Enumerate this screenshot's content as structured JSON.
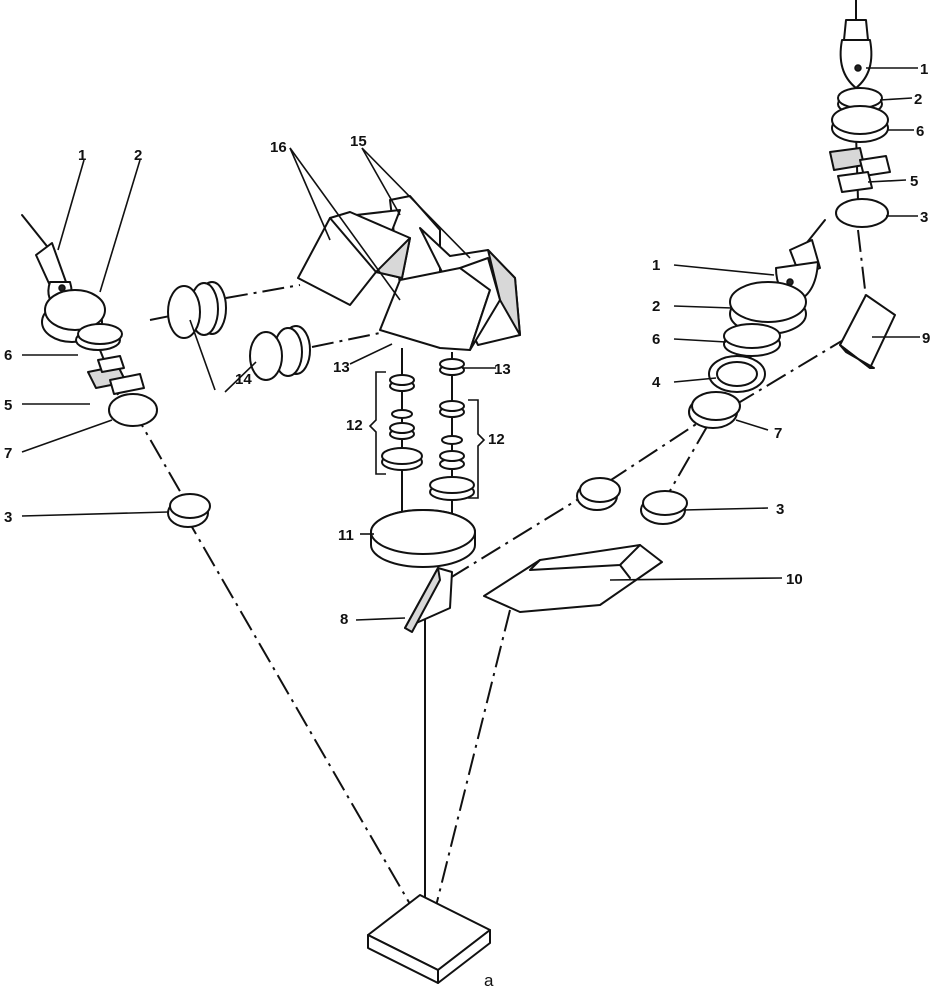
{
  "figure": {
    "sublabel": "a",
    "labels": {
      "l1_left": "1",
      "l2_left": "2",
      "l6_left": "6",
      "l5_left": "5",
      "l7_left": "7",
      "l3_left": "3",
      "l16": "16",
      "l15": "15",
      "l14": "14",
      "l13_left": "13",
      "l13_right": "13",
      "l12_left": "12",
      "l12_right": "12",
      "l11": "11",
      "l8": "8",
      "l1_right": "1",
      "l2_right": "2",
      "l6_right": "6",
      "l4": "4",
      "l7_right": "7",
      "l3_right": "3",
      "l10": "10",
      "l9": "9",
      "l1_top": "1",
      "l2_top": "2",
      "l6_top": "6",
      "l5_top": "5",
      "l3_top": "3"
    }
  }
}
